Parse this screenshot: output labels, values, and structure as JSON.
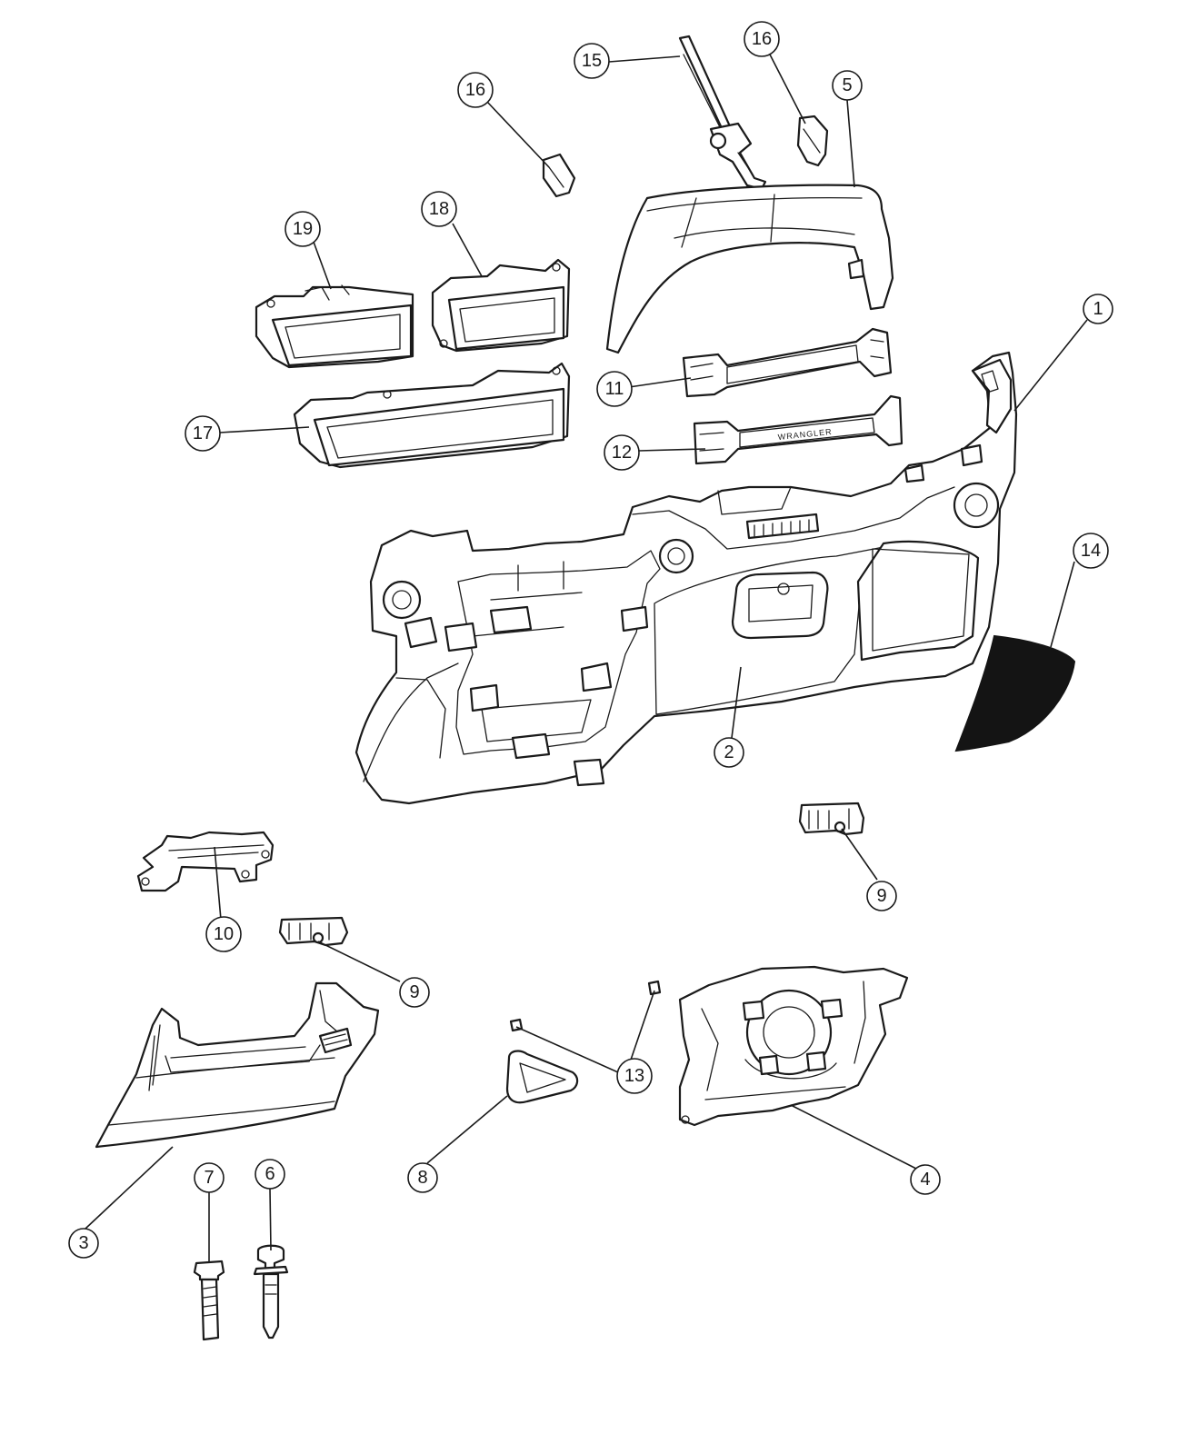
{
  "diagram": {
    "callouts": [
      {
        "key": "c1",
        "label": "1"
      },
      {
        "key": "c2",
        "label": "2"
      },
      {
        "key": "c3",
        "label": "3"
      },
      {
        "key": "c4",
        "label": "4"
      },
      {
        "key": "c5",
        "label": "5"
      },
      {
        "key": "c6",
        "label": "6"
      },
      {
        "key": "c7",
        "label": "7"
      },
      {
        "key": "c8",
        "label": "8"
      },
      {
        "key": "c9a",
        "label": "9"
      },
      {
        "key": "c9b",
        "label": "9"
      },
      {
        "key": "c10",
        "label": "10"
      },
      {
        "key": "c11",
        "label": "11"
      },
      {
        "key": "c12",
        "label": "12"
      },
      {
        "key": "c13",
        "label": "13"
      },
      {
        "key": "c14",
        "label": "14"
      },
      {
        "key": "c15",
        "label": "15"
      },
      {
        "key": "c16a",
        "label": "16"
      },
      {
        "key": "c16b",
        "label": "16"
      },
      {
        "key": "c17",
        "label": "17"
      },
      {
        "key": "c18",
        "label": "18"
      },
      {
        "key": "c19",
        "label": "19"
      }
    ],
    "part12_embossed_text": "WRANGLER"
  }
}
